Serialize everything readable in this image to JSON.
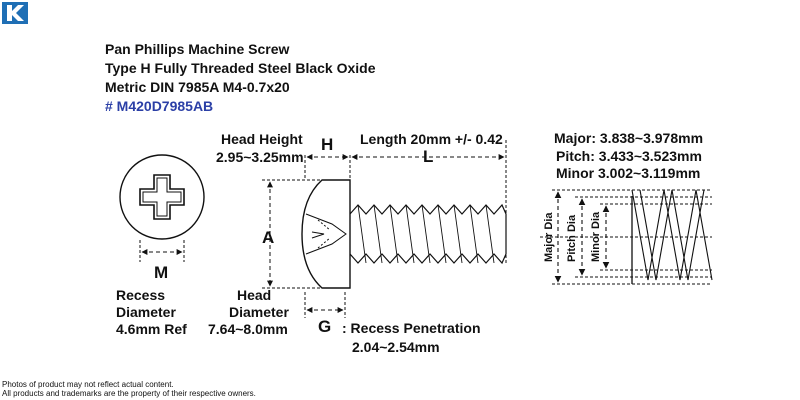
{
  "logo": {
    "icon": "k-logo-icon",
    "color": "#1f6fb5"
  },
  "title": {
    "line1": "Pan Phillips Machine Screw",
    "line2": "Type H Fully Threaded Steel Black Oxide",
    "line3": "Metric DIN 7985A M4-0.7x20",
    "sku": "# M420D7985AB",
    "sku_color": "#2b3fa6"
  },
  "head_height": {
    "label": "Head Height",
    "value": "2.95~3.25mm",
    "letter": "H"
  },
  "length": {
    "label": "Length 20mm +/- 0.42",
    "letter": "L"
  },
  "head_diameter": {
    "letter": "A",
    "line1": "Head",
    "line2": "Diameter",
    "value": "7.64~8.0mm"
  },
  "recess": {
    "letter": "M",
    "line1": "Recess",
    "line2": "Diameter",
    "value": "4.6mm Ref"
  },
  "penetration": {
    "letter": "G",
    "label": ": Recess Penetration",
    "value": "2.04~2.54mm"
  },
  "thread": {
    "major": "Major: 3.838~3.978mm",
    "pitch": "Pitch:  3.433~3.523mm",
    "minor": "Minor  3.002~3.119mm",
    "major_dia": "Major Dia",
    "pitch_dia": "Pitch Dia",
    "minor_dia": "Minor Dia"
  },
  "footer": {
    "line1": "Photos of product may not reflect actual content.",
    "line2": "All products and trademarks are the property of their respective owners."
  }
}
